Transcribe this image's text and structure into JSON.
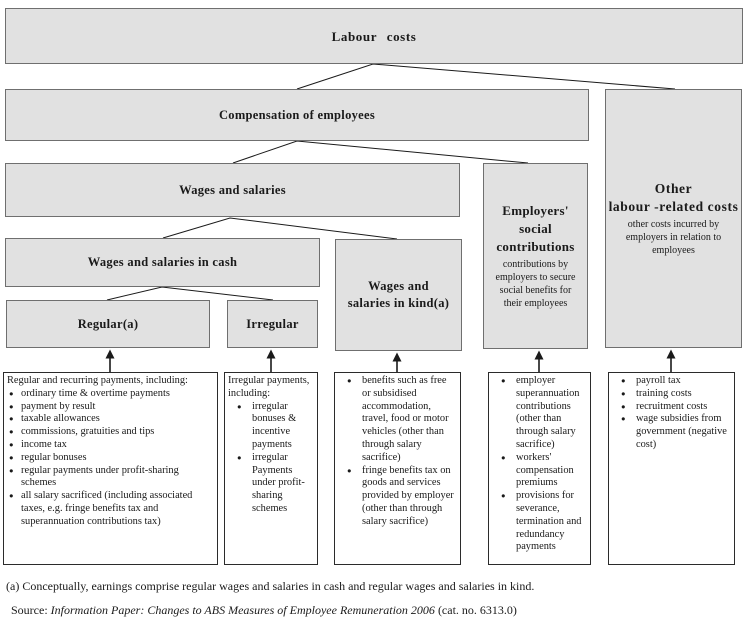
{
  "nodes": {
    "labour_costs": {
      "label": "Labour costs"
    },
    "compensation": {
      "label": "Compensation of employees"
    },
    "wages_salaries": {
      "label": "Wages and salaries"
    },
    "wages_cash": {
      "label": "Wages and salaries in cash"
    },
    "regular": {
      "label": "Regular(a)"
    },
    "irregular": {
      "label": "Irregular"
    },
    "wages_kind": {
      "label": "Wages and\nsalaries in kind(a)"
    },
    "employers_social": {
      "label": "Employers'\nsocial\ncontributions",
      "description": "contributions by\nemployers to secure\nsocial benefits for\ntheir employees"
    },
    "other_costs": {
      "label": "Other\nlabour -related costs",
      "description": "other costs incurred by\nemployers in relation to\nemployees"
    }
  },
  "detail_boxes": [
    {
      "header": "Regular and recurring payments, including:",
      "items": [
        "ordinary time & overtime payments",
        "payment by result",
        "taxable allowances",
        "commissions, gratuities and tips",
        "income tax",
        "regular bonuses",
        "regular payments under profit-sharing schemes",
        "all salary sacrificed (including associated taxes, e.g. fringe benefits tax and superannuation contributions tax)"
      ]
    },
    {
      "header": "Irregular payments, including:",
      "items": [
        "irregular bonuses & incentive payments",
        "irregular Payments under profit-sharing schemes"
      ]
    },
    {
      "header": "",
      "items": [
        "benefits such as free or subsidised accommodation, travel, food or motor vehicles (other than through salary sacrifice)",
        "fringe benefits tax on goods and services provided by employer (other than through salary sacrifice)"
      ]
    },
    {
      "header": "",
      "items": [
        "employer superannuation contributions (other than through salary sacrifice)",
        "workers' compensation premiums",
        "provisions for severance, termination and redundancy payments"
      ]
    },
    {
      "header": "",
      "items": [
        "payroll tax",
        "training costs",
        "recruitment costs",
        "wage subsidies from government (negative cost)"
      ]
    }
  ],
  "footnote": "(a) Conceptually, earnings comprise regular wages and salaries in cash and regular wages and salaries in kind.",
  "source": {
    "prefix": "Source: ",
    "italic": "Information Paper: Changes to ABS Measures of Employee Remuneration 2006",
    "suffix": " (cat. no. 6313.0)"
  },
  "colors": {
    "node_fill": "#e1e1e1",
    "node_border": "#6f6f6f",
    "detail_border": "#2b2b2b",
    "connector": "#1a1a1a"
  }
}
